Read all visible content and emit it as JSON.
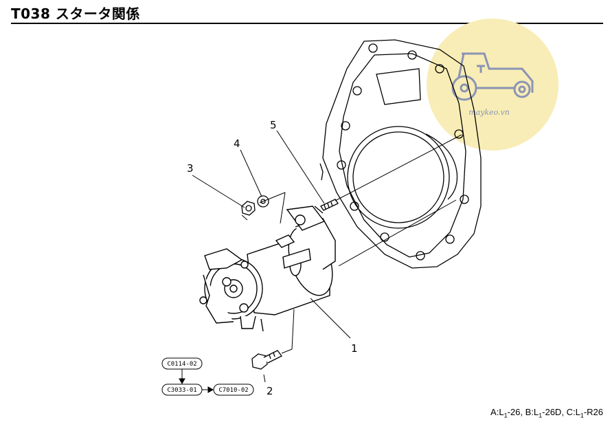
{
  "header": {
    "title": "T038 スタータ関係"
  },
  "watermark": {
    "text": "maykeo.vn",
    "color": "#f7ecb0",
    "icon": "tractor-logo-icon"
  },
  "callouts": [
    "1",
    "2",
    "3",
    "4",
    "5"
  ],
  "part_codes": {
    "top": "C0114-02",
    "left": "C3033-01",
    "right": "C7010-02"
  },
  "footer": {
    "model_a_prefix": "A:L",
    "model_a_sub": "1",
    "model_a_suffix": "-26,",
    "model_b_prefix": "B:L",
    "model_b_sub": "1",
    "model_b_suffix": "-26D,",
    "model_c_prefix": "C:L",
    "model_c_sub": "1",
    "model_c_suffix": "-R26"
  }
}
